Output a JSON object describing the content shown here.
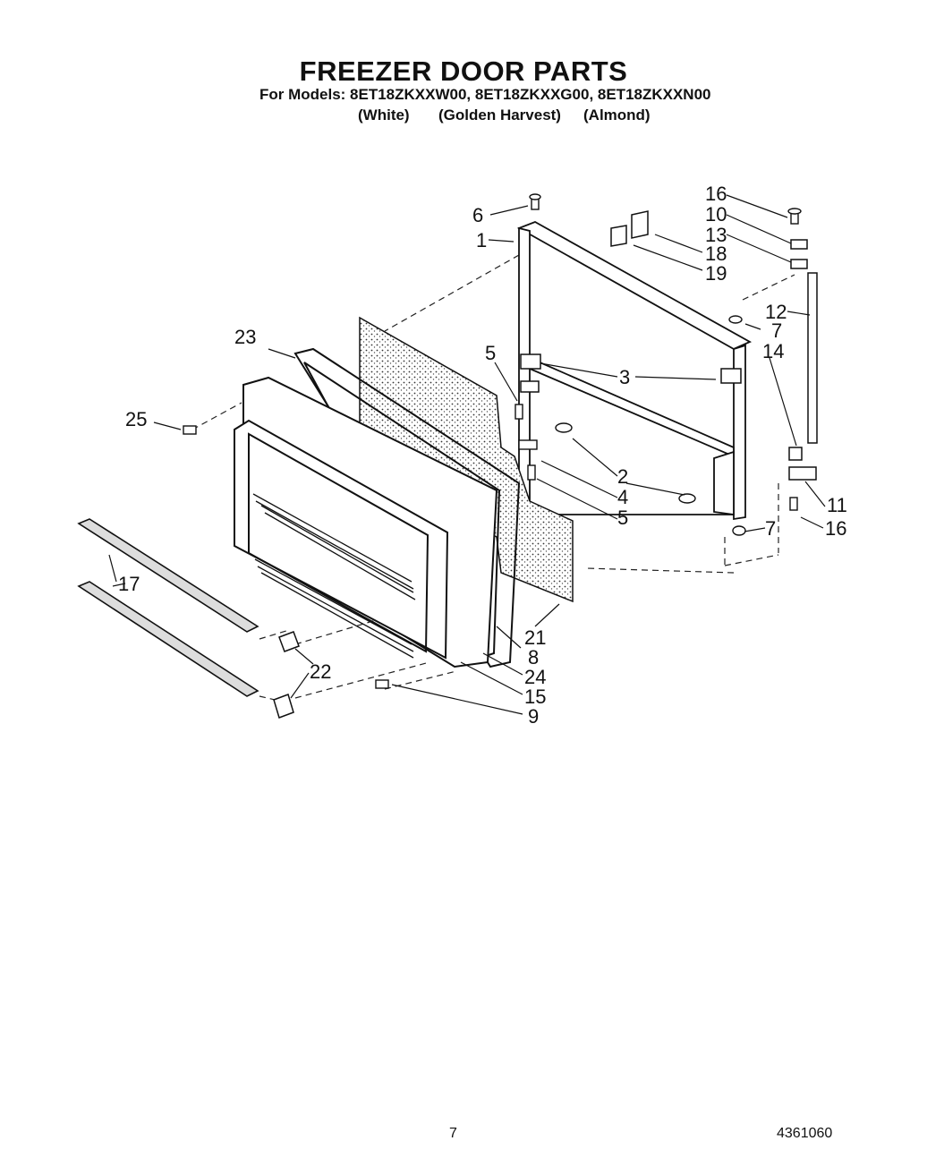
{
  "header": {
    "title": "FREEZER DOOR PARTS",
    "models_line": "For Models: 8ET18ZKXXW00, 8ET18ZKXXG00, 8ET18ZKXXN00",
    "colors": [
      "(White)",
      "(Golden Harvest)",
      "(Almond)"
    ]
  },
  "callouts": [
    "16",
    "10",
    "13",
    "18",
    "19",
    "6",
    "1",
    "12",
    "7",
    "14",
    "23",
    "5",
    "3",
    "25",
    "2",
    "4",
    "5",
    "11",
    "7",
    "16",
    "17",
    "21",
    "8",
    "22",
    "24",
    "15",
    "9"
  ],
  "footer": {
    "page_number": "7",
    "doc_number": "4361060"
  }
}
